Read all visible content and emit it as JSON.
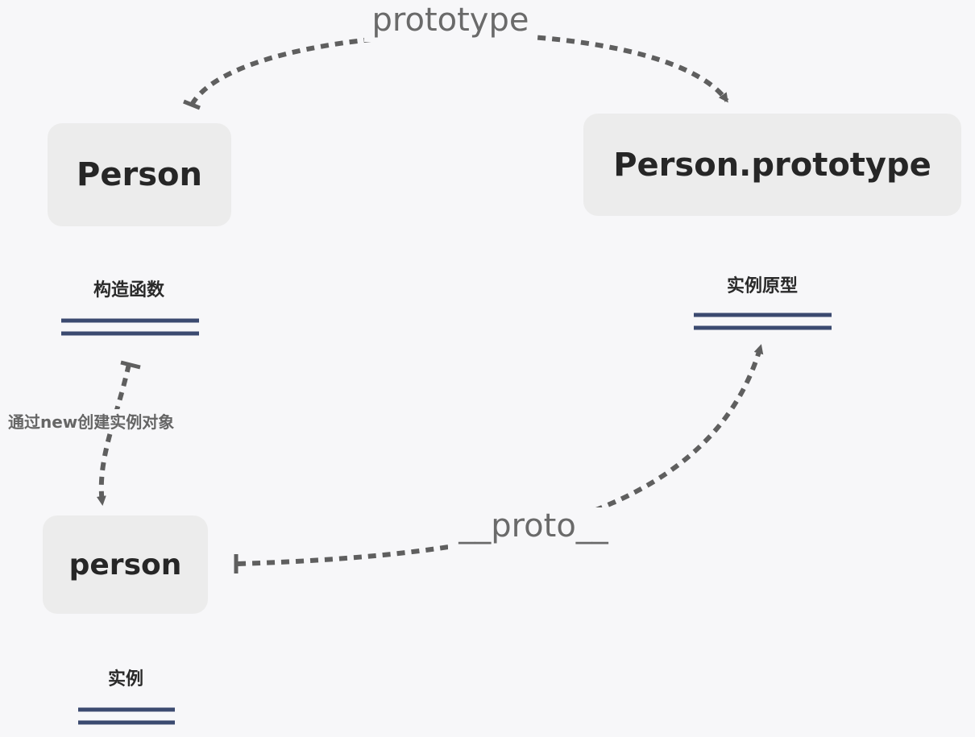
{
  "nodes": {
    "constructor": "Person",
    "prototype": "Person.prototype",
    "instance": "person"
  },
  "captions": {
    "constructor": "构造函数",
    "prototype": "实例原型",
    "instance": "实例"
  },
  "edges": {
    "prototype_label": "prototype",
    "proto_label": "__proto__",
    "new_label": "通过new创建实例对象"
  },
  "colors": {
    "background": "#f7f7f9",
    "node_fill": "#ececec",
    "arrow": "#5f5f5f",
    "underline": "#3b4a70",
    "label_text": "#6a6a6a"
  }
}
